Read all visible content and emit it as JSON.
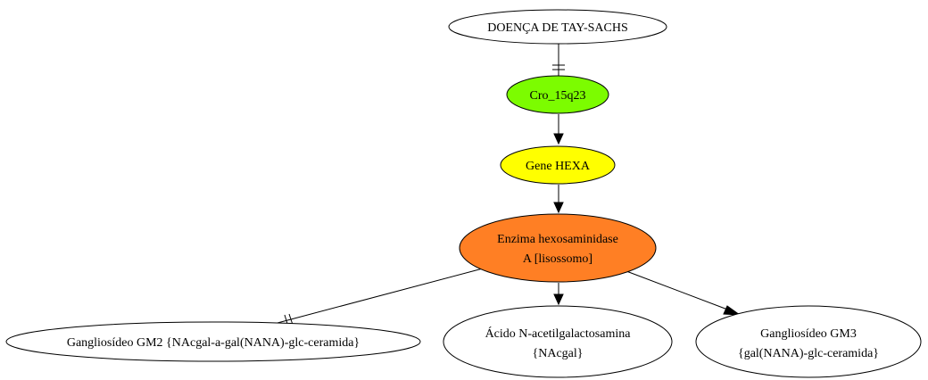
{
  "diagram": {
    "nodes": {
      "disease": {
        "label": "DOENÇA DE TAY-SACHS",
        "fill": "#ffffff"
      },
      "chromosome": {
        "label": "Cro_15q23",
        "fill": "#7cfc00"
      },
      "gene": {
        "label": "Gene HEXA",
        "fill": "#ffff00"
      },
      "enzyme": {
        "line1": "Enzima hexosaminidase",
        "line2": "A [lisossomo]",
        "fill": "#ff7f24"
      },
      "gm2": {
        "label": "Gangliosídeo GM2 {NAcgal-a-gal(NANA)-glc-ceramida}",
        "fill": "#ffffff"
      },
      "nacgal": {
        "line1": "Ácido N-acetilgalactosamina",
        "line2": "{NAcgal}",
        "fill": "#ffffff"
      },
      "gm3": {
        "line1": "Gangliosídeo GM3",
        "line2": "{gal(NANA)-glc-ceramida}",
        "fill": "#ffffff"
      }
    },
    "edges": [
      {
        "from": "disease",
        "to": "chromosome",
        "head": "tee"
      },
      {
        "from": "chromosome",
        "to": "gene",
        "head": "arrow"
      },
      {
        "from": "gene",
        "to": "enzyme",
        "head": "arrow"
      },
      {
        "from": "enzyme",
        "to": "gm2",
        "head": "tee"
      },
      {
        "from": "enzyme",
        "to": "nacgal",
        "head": "arrow"
      },
      {
        "from": "enzyme",
        "to": "gm3",
        "head": "arrow"
      }
    ]
  }
}
